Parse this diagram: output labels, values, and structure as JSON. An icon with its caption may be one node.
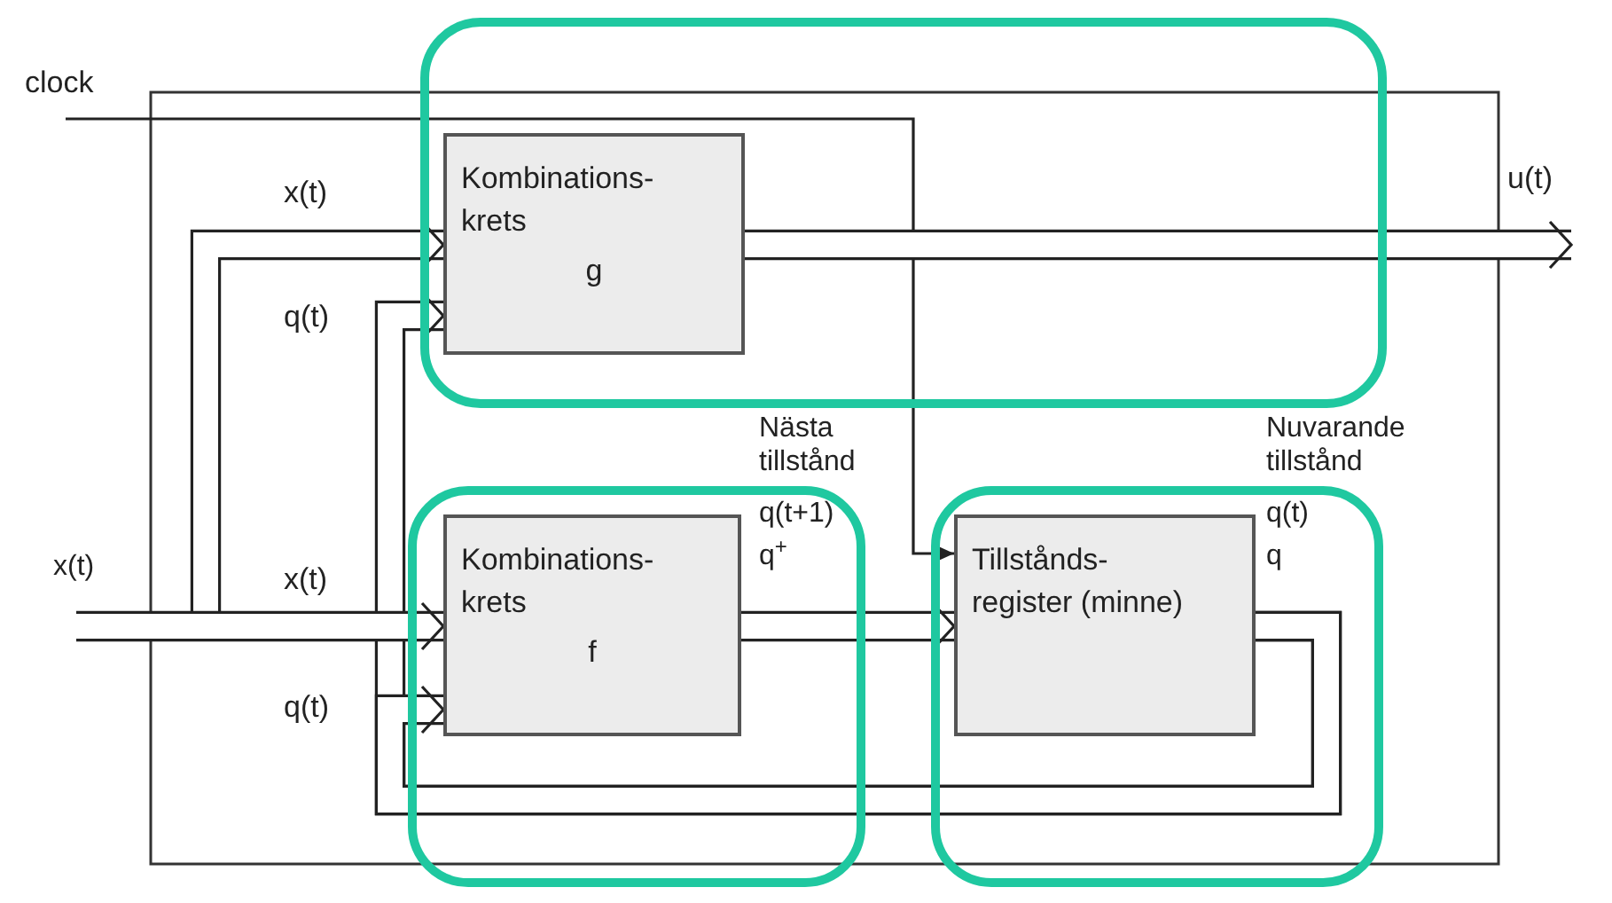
{
  "diagram": {
    "nodes": [
      {
        "text": [],
        "shape": "box"
      },
      {
        "text": [
          "Kombinations- krets",
          "g"
        ],
        "in": 0
      },
      {
        "text": [],
        "shape": "box"
      },
      {
        "text": [
          "Kombinations- krets",
          "f"
        ],
        "in": 2
      },
      {
        "text": [],
        "shape": "box"
      },
      {
        "text": [
          "Tillstånds- register (minne)"
        ],
        "in": 4
      }
    ],
    "edges": [
      {
        "from": null,
        "to": 5,
        "arrow": "to",
        "label": "clock"
      },
      {
        "from": null,
        "to": 1,
        "arrow": "to",
        "label": "x(t)"
      },
      {
        "from": 5,
        "to": 1,
        "arrow": "to",
        "label": "q(t)"
      },
      {
        "from": 1,
        "to": null,
        "arrow": "to",
        "label": "u(t)"
      },
      {
        "from": null,
        "to": 3,
        "arrow": "to",
        "label": "x(t)"
      },
      {
        "from": 5,
        "to": 3,
        "arrow": "to",
        "label": "q(t)"
      },
      {
        "from": 3,
        "to": 5,
        "arrow": "to"
      }
    ],
    "labels": [
      "Nästa tillstånd",
      "q(t+1)",
      "q$^{+}$",
      "Nuvarande tillstånd",
      "q(t)",
      "q",
      "x(t)"
    ]
  }
}
